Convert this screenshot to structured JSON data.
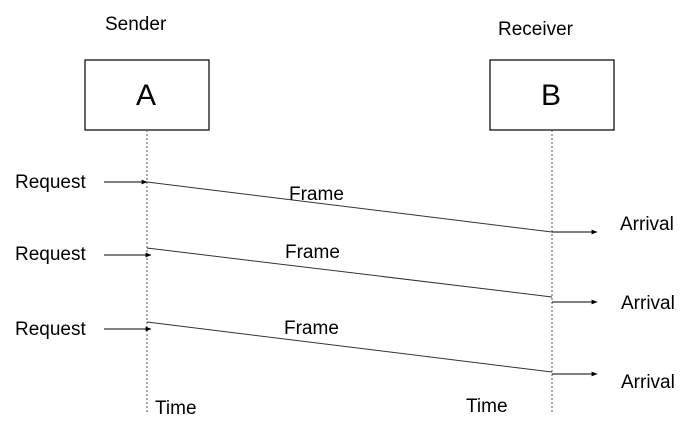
{
  "sender": {
    "role_label": "Sender",
    "node_label": "A",
    "time_label": "Time"
  },
  "receiver": {
    "role_label": "Receiver",
    "node_label": "B",
    "time_label": "Time"
  },
  "exchanges": [
    {
      "request_label": "Request",
      "frame_label": "Frame",
      "arrival_label": "Arrival"
    },
    {
      "request_label": "Request",
      "frame_label": "Frame",
      "arrival_label": "Arrival"
    },
    {
      "request_label": "Request",
      "frame_label": "Frame",
      "arrival_label": "Arrival"
    }
  ],
  "colors": {
    "line": "#000000",
    "timeline": "#555555",
    "frame_line": "#333333"
  }
}
